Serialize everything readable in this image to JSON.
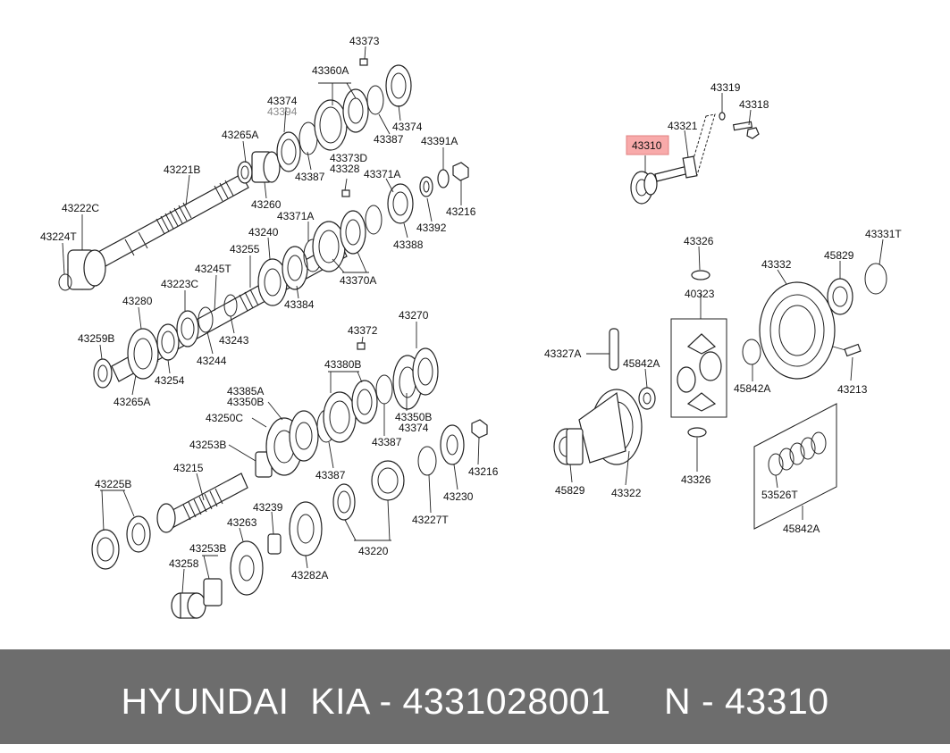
{
  "highlight_color": "#f8aaaa",
  "footer": {
    "text": "HYUNDAI  KIA - 4331028001     N - 43310"
  },
  "labels": [
    {
      "id": "l43373",
      "text": "43373"
    },
    {
      "id": "l43360A",
      "text": "43360A"
    },
    {
      "id": "l43374a",
      "text": "43374"
    },
    {
      "id": "l43394",
      "text": "43394"
    },
    {
      "id": "l43265A",
      "text": "43265A"
    },
    {
      "id": "l43374b",
      "text": "43374"
    },
    {
      "id": "l43387a",
      "text": "43387"
    },
    {
      "id": "l43391A",
      "text": "43391A"
    },
    {
      "id": "l43221B",
      "text": "43221B"
    },
    {
      "id": "l43387b",
      "text": "43387"
    },
    {
      "id": "l43373D",
      "text": "43373D"
    },
    {
      "id": "l43328",
      "text": "43328"
    },
    {
      "id": "l43371Aa",
      "text": "43371A"
    },
    {
      "id": "l43216a",
      "text": "43216"
    },
    {
      "id": "l43222C",
      "text": "43222C"
    },
    {
      "id": "l43260",
      "text": "43260"
    },
    {
      "id": "l43371Ab",
      "text": "43371A"
    },
    {
      "id": "l43392",
      "text": "43392"
    },
    {
      "id": "l43224T",
      "text": "43224T"
    },
    {
      "id": "l43240",
      "text": "43240"
    },
    {
      "id": "l43255",
      "text": "43255"
    },
    {
      "id": "l43388",
      "text": "43388"
    },
    {
      "id": "l43245T",
      "text": "43245T"
    },
    {
      "id": "l43223C",
      "text": "43223C"
    },
    {
      "id": "l43370A",
      "text": "43370A"
    },
    {
      "id": "l43280",
      "text": "43280"
    },
    {
      "id": "l43384",
      "text": "43384"
    },
    {
      "id": "l43259B",
      "text": "43259B"
    },
    {
      "id": "l43243",
      "text": "43243"
    },
    {
      "id": "l43244",
      "text": "43244"
    },
    {
      "id": "l43254",
      "text": "43254"
    },
    {
      "id": "l43265Ab",
      "text": "43265A"
    },
    {
      "id": "l43372",
      "text": "43372"
    },
    {
      "id": "l43270",
      "text": "43270"
    },
    {
      "id": "l43380B",
      "text": "43380B"
    },
    {
      "id": "l43385A",
      "text": "43385A"
    },
    {
      "id": "l43350Ba",
      "text": "43350B"
    },
    {
      "id": "l43250C",
      "text": "43250C"
    },
    {
      "id": "l43350Bb",
      "text": "43350B"
    },
    {
      "id": "l43374c",
      "text": "43374"
    },
    {
      "id": "l43387c",
      "text": "43387"
    },
    {
      "id": "l43253Ba",
      "text": "43253B"
    },
    {
      "id": "l43216b",
      "text": "43216"
    },
    {
      "id": "l43387d",
      "text": "43387"
    },
    {
      "id": "l43215",
      "text": "43215"
    },
    {
      "id": "l43230",
      "text": "43230"
    },
    {
      "id": "l43225B",
      "text": "43225B"
    },
    {
      "id": "l43239",
      "text": "43239"
    },
    {
      "id": "l43263",
      "text": "43263"
    },
    {
      "id": "l43227T",
      "text": "43227T"
    },
    {
      "id": "l43253Bb",
      "text": "43253B"
    },
    {
      "id": "l43220",
      "text": "43220"
    },
    {
      "id": "l43258",
      "text": "43258"
    },
    {
      "id": "l43282A",
      "text": "43282A"
    },
    {
      "id": "l43319",
      "text": "43319"
    },
    {
      "id": "l43318",
      "text": "43318"
    },
    {
      "id": "l43321",
      "text": "43321"
    },
    {
      "id": "l43310",
      "text": "43310"
    },
    {
      "id": "l43326a",
      "text": "43326"
    },
    {
      "id": "l43331T",
      "text": "43331T"
    },
    {
      "id": "l43332",
      "text": "43332"
    },
    {
      "id": "l45829a",
      "text": "45829"
    },
    {
      "id": "l40323",
      "text": "40323"
    },
    {
      "id": "l43327A",
      "text": "43327A"
    },
    {
      "id": "l45842Aa",
      "text": "45842A"
    },
    {
      "id": "l45842Ab",
      "text": "45842A"
    },
    {
      "id": "l43213",
      "text": "43213"
    },
    {
      "id": "l43326b",
      "text": "43326"
    },
    {
      "id": "l45829b",
      "text": "45829"
    },
    {
      "id": "l43322",
      "text": "43322"
    },
    {
      "id": "l53526T",
      "text": "53526T"
    },
    {
      "id": "l45842Ac",
      "text": "45842A"
    }
  ]
}
